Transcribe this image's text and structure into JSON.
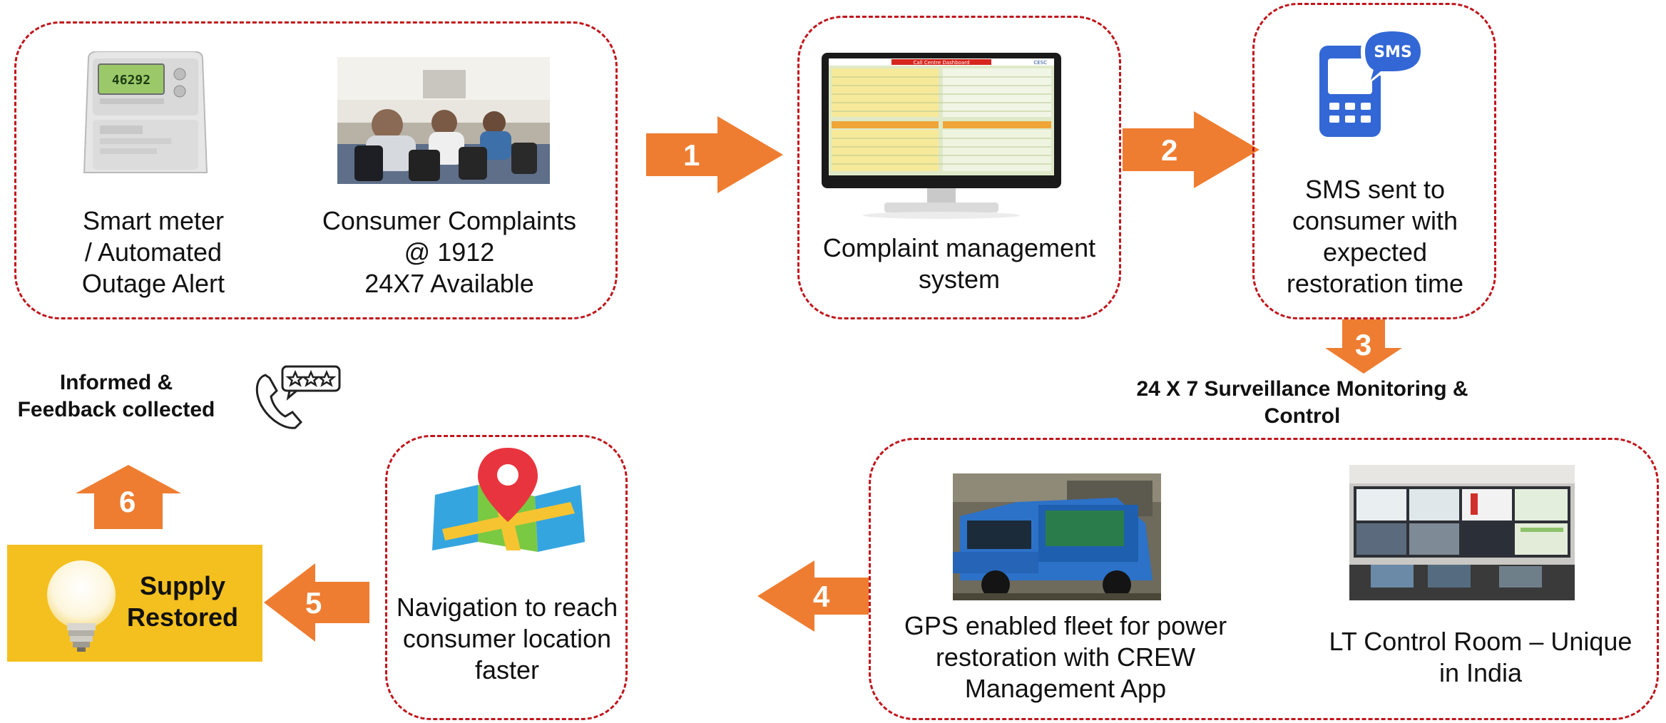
{
  "colors": {
    "arrow": "#ee7d31",
    "border": "#c0151b",
    "supply_bg": "#f3c01f"
  },
  "step1_box": {
    "smart_meter_label": "Smart meter\n/ Automated\nOutage Alert",
    "complaints_label": "Consumer Complaints\n@ 1912\n24X7 Available",
    "meter_display": "46292"
  },
  "cms_box": {
    "label": "Complaint management\nsystem",
    "screen_title": "Call Centre Dashboard",
    "screen_brand": "CESC"
  },
  "sms_box": {
    "icon_text": "SMS",
    "label": "SMS sent to\nconsumer with\nexpected\nrestoration time"
  },
  "surveillance_label": "24 X 7 Surveillance Monitoring &\nControl",
  "fleet_box": {
    "fleet_label": "GPS enabled fleet for power\nrestoration with CREW\nManagement App",
    "control_label": "LT Control Room – Unique\nin India"
  },
  "nav_box": {
    "label": "Navigation to reach\nconsumer location\nfaster"
  },
  "supply": {
    "label": "Supply\nRestored"
  },
  "feedback_label": "Informed &\nFeedback collected",
  "steps": [
    "1",
    "2",
    "3",
    "4",
    "5",
    "6"
  ]
}
